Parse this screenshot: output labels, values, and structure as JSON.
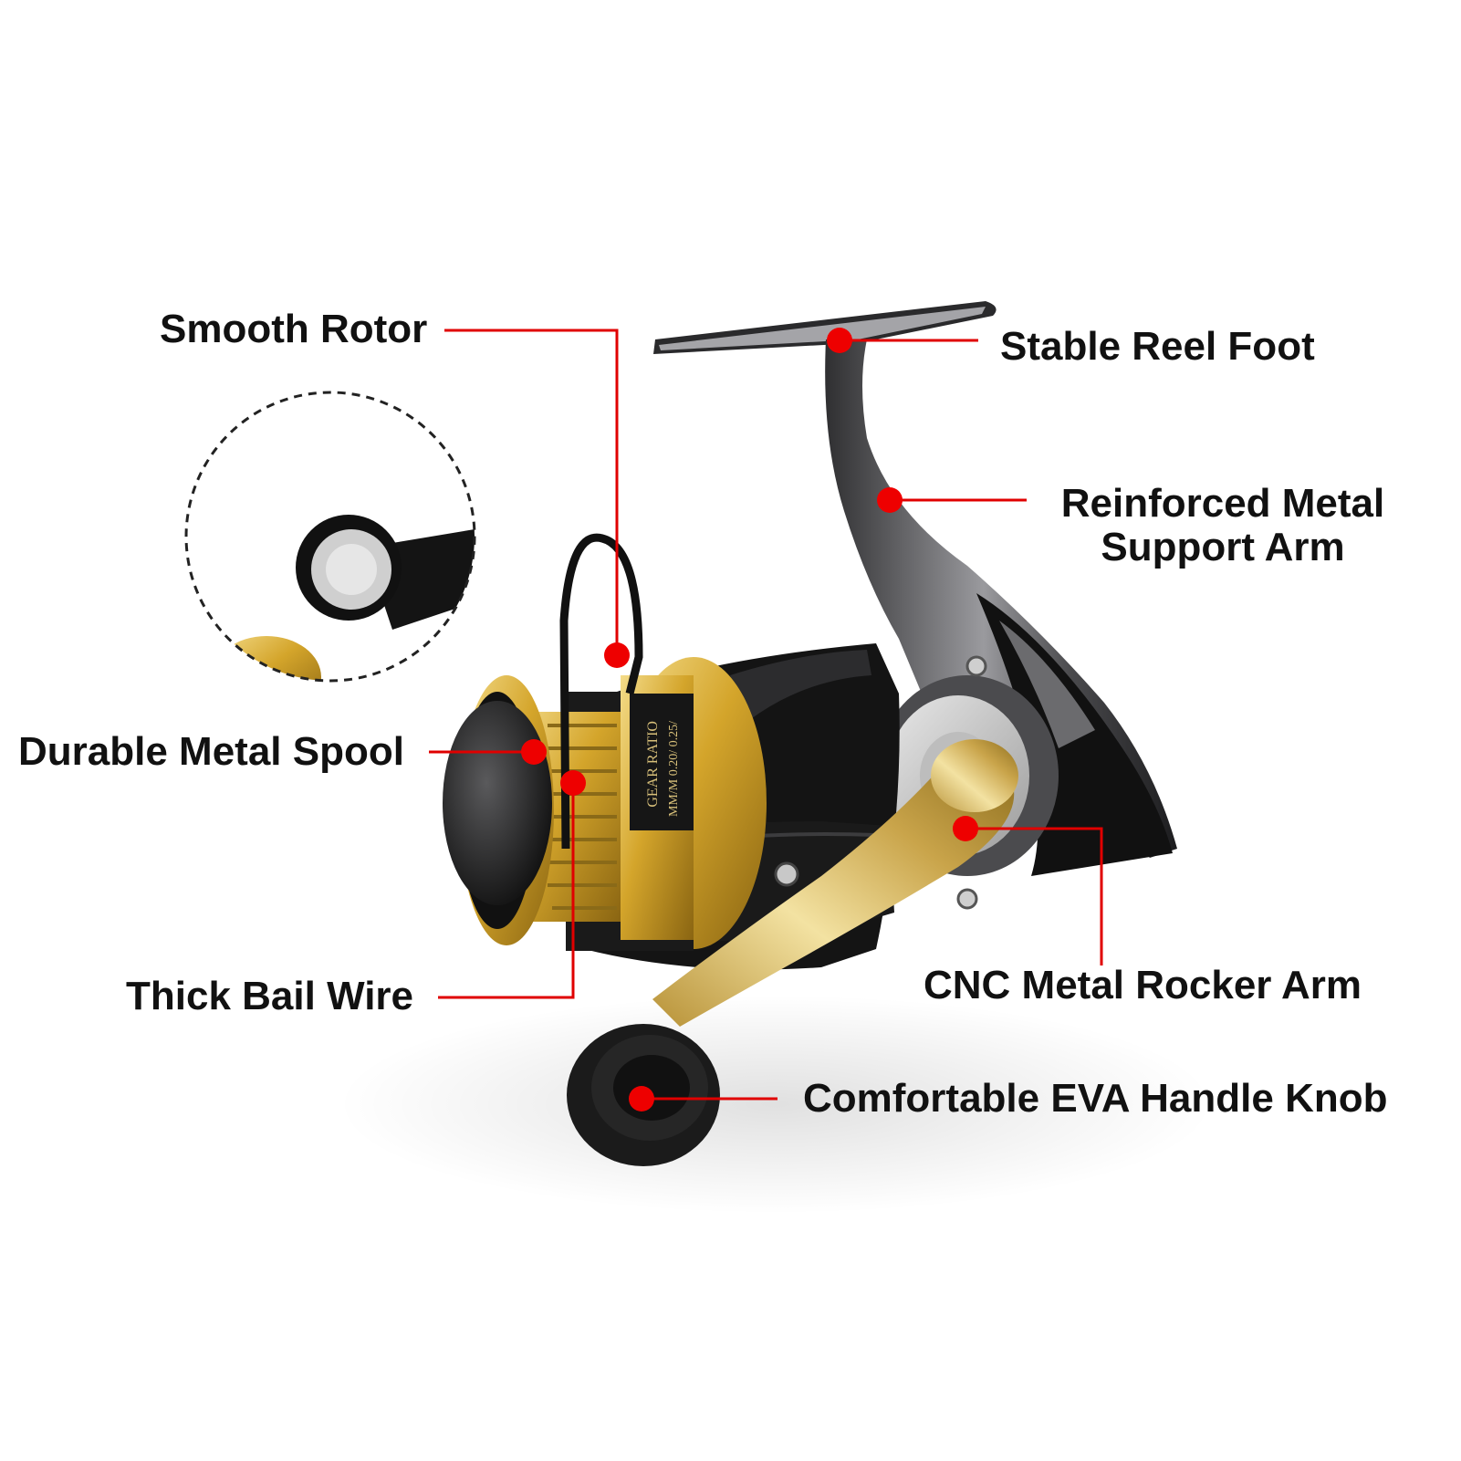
{
  "colors": {
    "leader": "#e00000",
    "dot": "#ee0000",
    "label": "#111111",
    "gold": "#d9b13a",
    "black": "#141414",
    "gunmetal": "#5b5b5e"
  },
  "callouts": {
    "smooth_rotor": "Smooth Rotor",
    "stable_reel_foot": "Stable Reel Foot",
    "support_arm_line1": "Reinforced Metal",
    "support_arm_line2": "Support Arm",
    "metal_spool": "Durable Metal Spool",
    "bail_wire": "Thick Bail Wire",
    "rocker_arm": "CNC Metal Rocker Arm",
    "handle_knob": "Comfortable EVA Handle Knob"
  },
  "spool_text": {
    "gear_ratio": "GEAR RATIO",
    "line_capacity": "MM/M 0.20/ 0.25/"
  }
}
